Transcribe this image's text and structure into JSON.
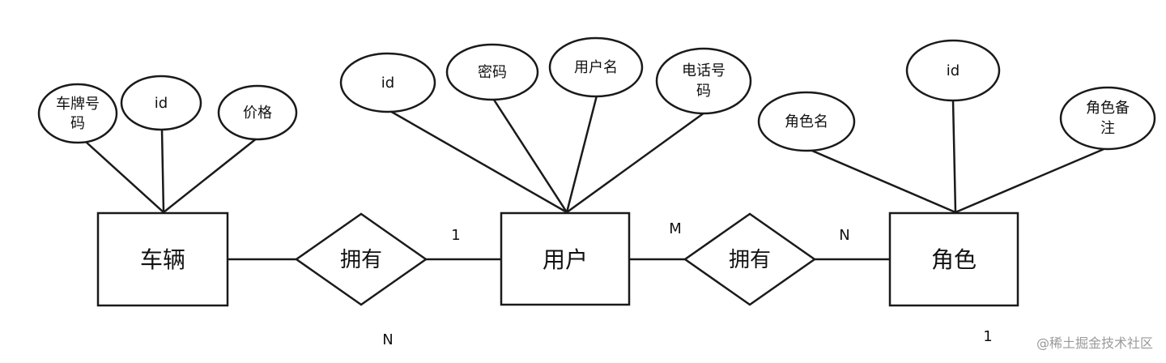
{
  "entities": {
    "vehicle": "车辆",
    "user": "用户",
    "role": "角色"
  },
  "relationships": {
    "vehicle_user": "拥有",
    "user_role": "拥有"
  },
  "attributes": {
    "vehicle": {
      "plate_line1": "车牌号",
      "plate_line2": "码",
      "id": "id",
      "price": "价格"
    },
    "user": {
      "id": "id",
      "password": "密码",
      "username": "用户名",
      "phone_line1": "电话号",
      "phone_line2": "码"
    },
    "role": {
      "name": "角色名",
      "id": "id",
      "remark_line1": "角色备",
      "remark_line2": "注"
    }
  },
  "cardinalities": {
    "user_side_left": "1",
    "vehicle_side": "N",
    "user_side_right": "M",
    "role_side_top": "N",
    "role_side_bottom": "1"
  },
  "watermark": "@稀土掘金技术社区"
}
